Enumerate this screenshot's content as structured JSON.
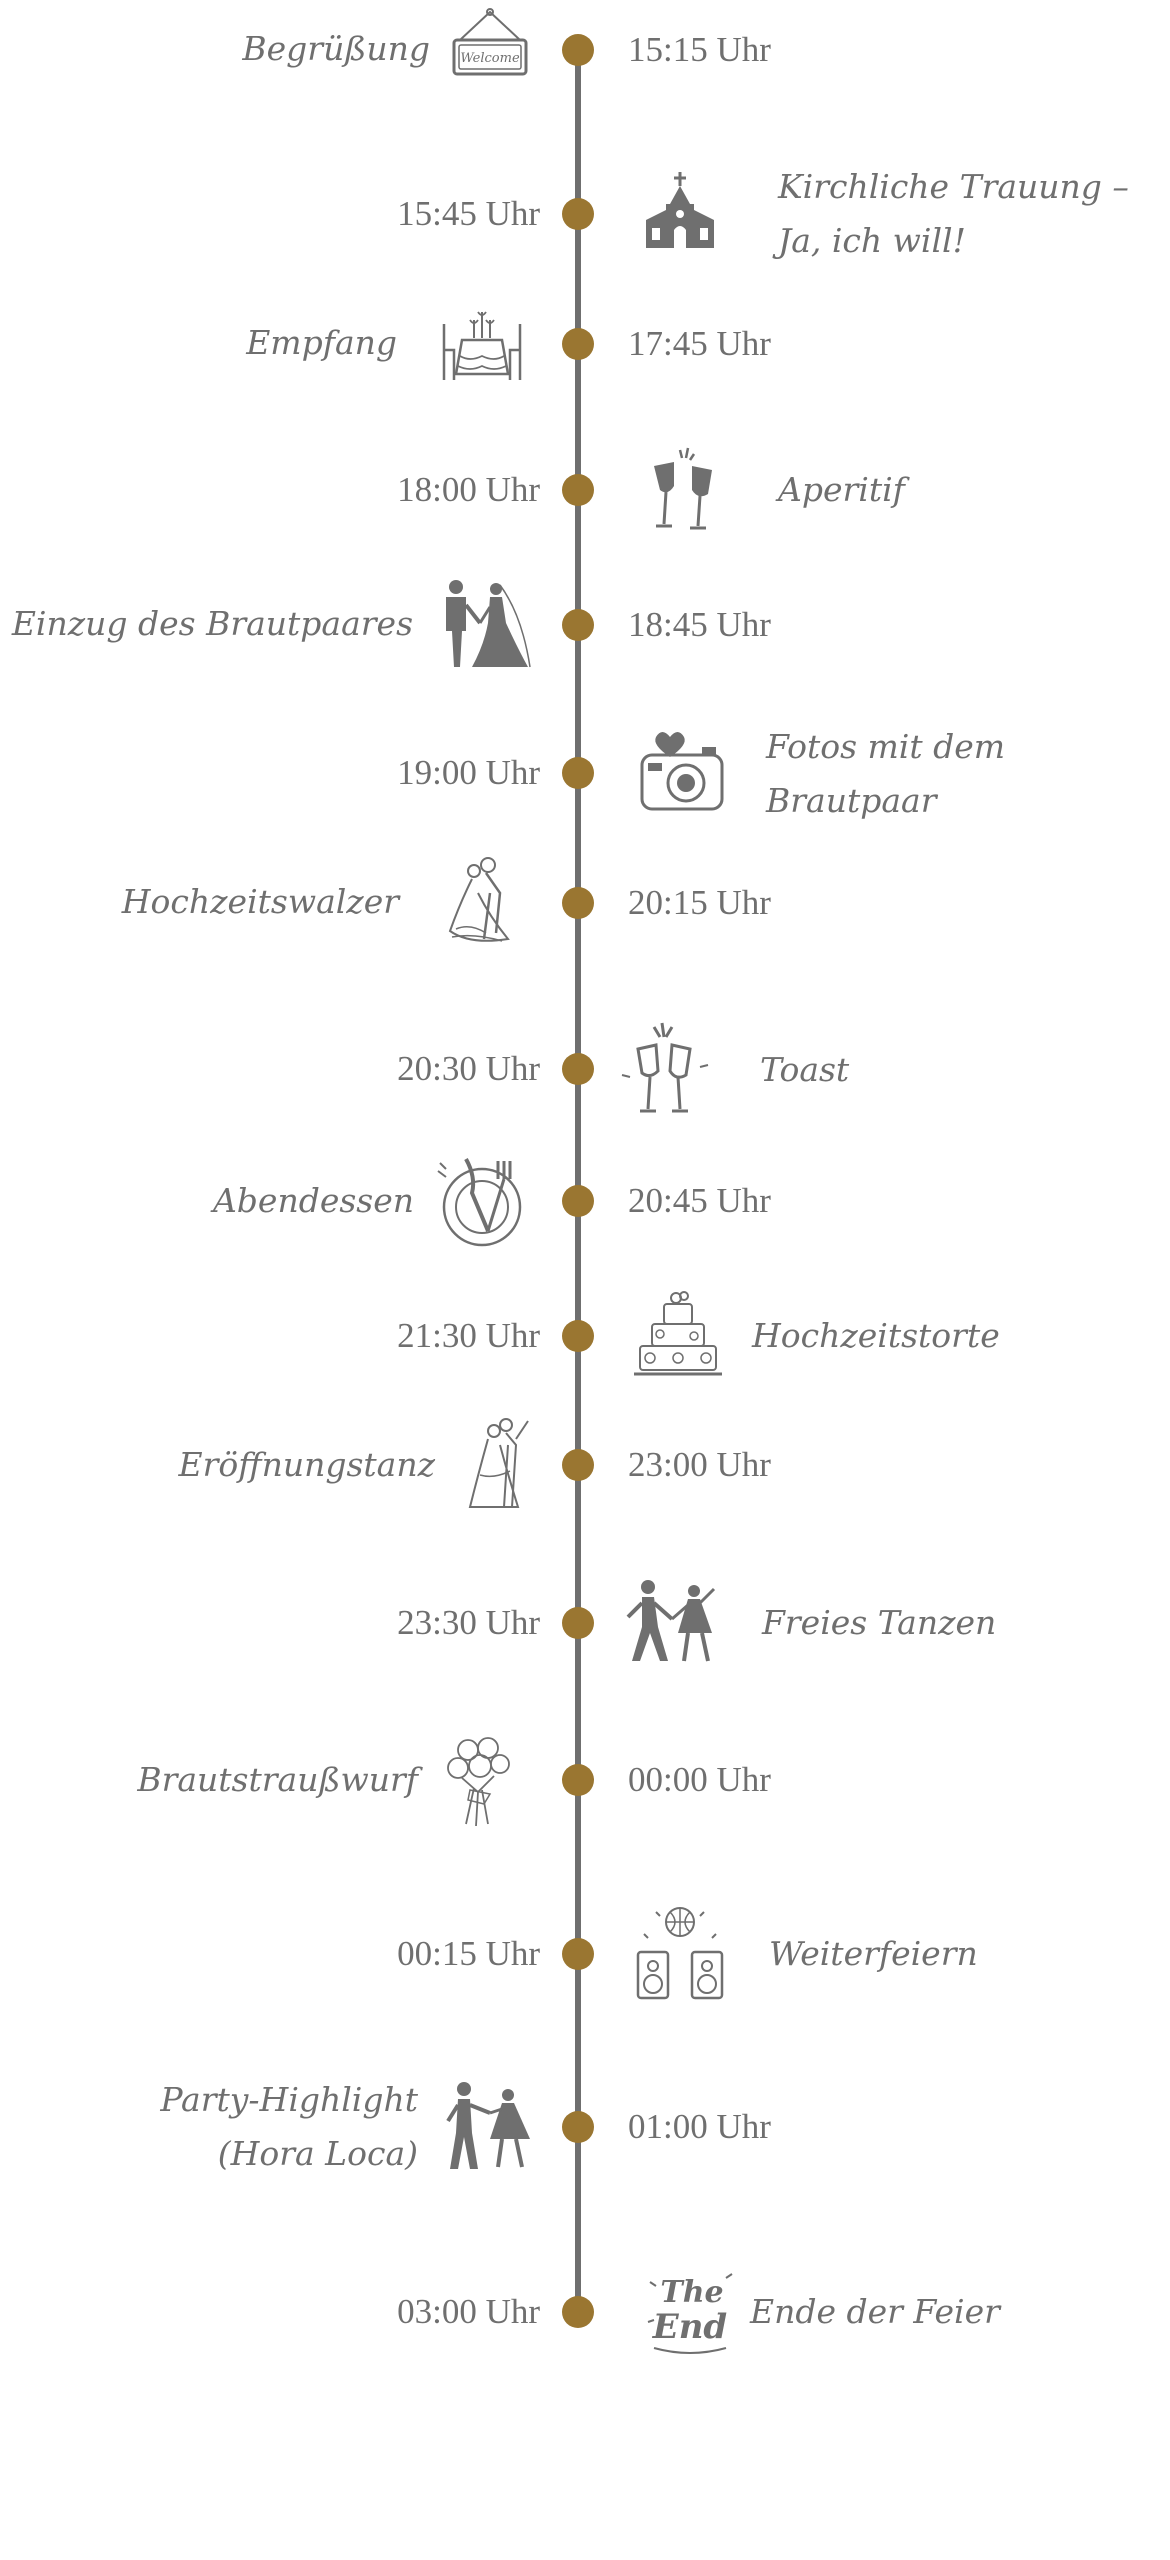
{
  "colors": {
    "line": "#6f6f6f",
    "dot": "#9a7631",
    "text": "#6f6f6f",
    "icon": "#6f6f6f"
  },
  "events": [
    {
      "time": "15:15 Uhr",
      "title": [
        "Begrüßung"
      ],
      "icon": "welcome-sign-icon"
    },
    {
      "time": "15:45 Uhr",
      "title": [
        "Kirchliche Trauung –",
        "Ja, ich will!"
      ],
      "icon": "church-icon"
    },
    {
      "time": "17:45 Uhr",
      "title": [
        "Empfang"
      ],
      "icon": "dining-table-icon"
    },
    {
      "time": "18:00 Uhr",
      "title": [
        "Aperitif"
      ],
      "icon": "wine-glasses-icon"
    },
    {
      "time": "18:45 Uhr",
      "title": [
        "Einzug des Brautpaares"
      ],
      "icon": "bride-groom-icon"
    },
    {
      "time": "19:00 Uhr",
      "title": [
        "Fotos mit dem",
        "Brautpaar"
      ],
      "icon": "camera-icon"
    },
    {
      "time": "20:15 Uhr",
      "title": [
        "Hochzeitswalzer"
      ],
      "icon": "waltz-couple-icon"
    },
    {
      "time": "20:30 Uhr",
      "title": [
        "Toast"
      ],
      "icon": "champagne-toast-icon"
    },
    {
      "time": "20:45 Uhr",
      "title": [
        "Abendessen"
      ],
      "icon": "dinner-plate-icon"
    },
    {
      "time": "21:30 Uhr",
      "title": [
        "Hochzeitstorte"
      ],
      "icon": "wedding-cake-icon"
    },
    {
      "time": "23:00 Uhr",
      "title": [
        "Eröffnungstanz"
      ],
      "icon": "first-dance-icon"
    },
    {
      "time": "23:30 Uhr",
      "title": [
        "Freies Tanzen"
      ],
      "icon": "dancing-couple-icon"
    },
    {
      "time": "00:00 Uhr",
      "title": [
        "Brautstraußwurf"
      ],
      "icon": "bouquet-icon"
    },
    {
      "time": "00:15 Uhr",
      "title": [
        "Weiterfeiern"
      ],
      "icon": "disco-speakers-icon"
    },
    {
      "time": "01:00 Uhr",
      "title": [
        "Party-Highlight",
        "(Hora Loca)"
      ],
      "icon": "party-dance-icon"
    },
    {
      "time": "03:00 Uhr",
      "title": [
        "Ende der Feier"
      ],
      "icon": "the-end-icon"
    }
  ]
}
